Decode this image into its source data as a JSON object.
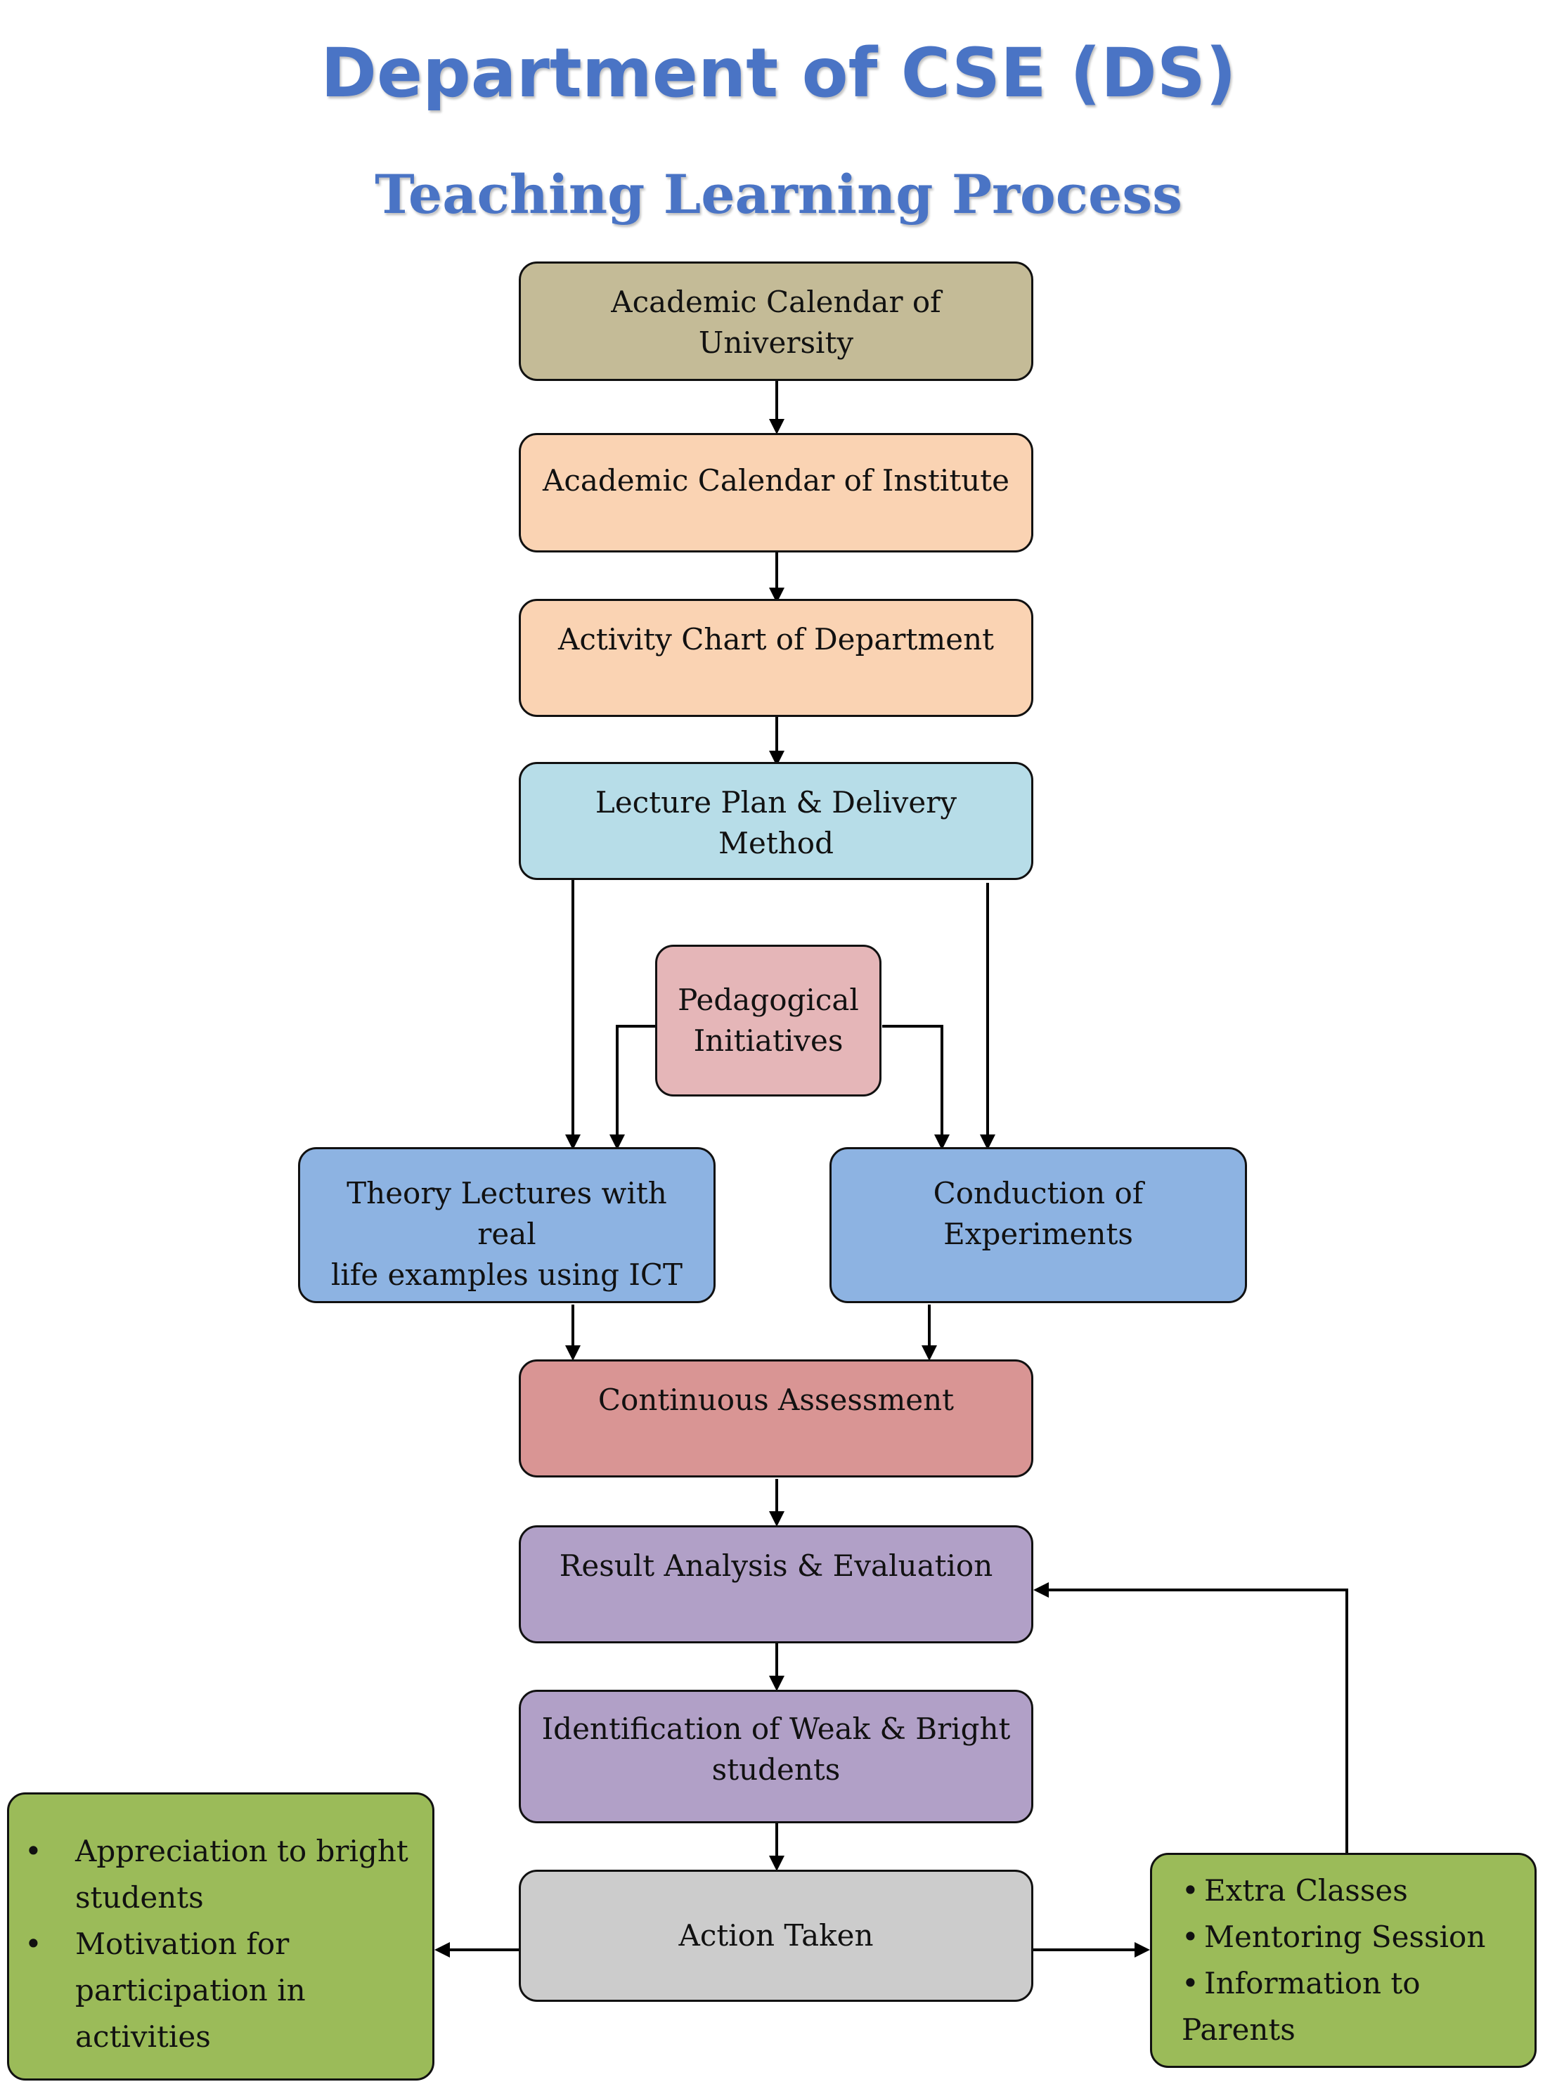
{
  "title": "Department of CSE (DS)",
  "subtitle": "Teaching Learning Process",
  "colors": {
    "title": "#4a74c5",
    "university": "#c4bb97",
    "institute": "#fad3b3",
    "lecture_plan": "#b7dde8",
    "pedagogical": "#e5b6b8",
    "blue_box": "#8db3e2",
    "assessment": "#d99594",
    "purple": "#b1a0c7",
    "action": "#cccccc",
    "green": "#9bbb59"
  },
  "nodes": {
    "university": "Academic Calendar of University",
    "institute": "Academic Calendar of Institute",
    "activity": "Activity Chart of Department",
    "lecture_plan": "Lecture Plan & Delivery Method",
    "pedagogical": [
      "Pedagogical",
      "Initiatives"
    ],
    "theory": [
      "Theory Lectures with real",
      "life examples using ICT"
    ],
    "experiments": [
      "Conduction of",
      "Experiments"
    ],
    "assessment": "Continuous Assessment",
    "result": "Result Analysis & Evaluation",
    "identification": [
      "Identification of Weak & Bright",
      "students"
    ],
    "action": "Action Taken",
    "bright_actions": [
      "Appreciation to bright students",
      "Motivation for participation in activities"
    ],
    "weak_actions": [
      "Extra Classes",
      "Mentoring Session",
      "Information to Parents"
    ]
  }
}
